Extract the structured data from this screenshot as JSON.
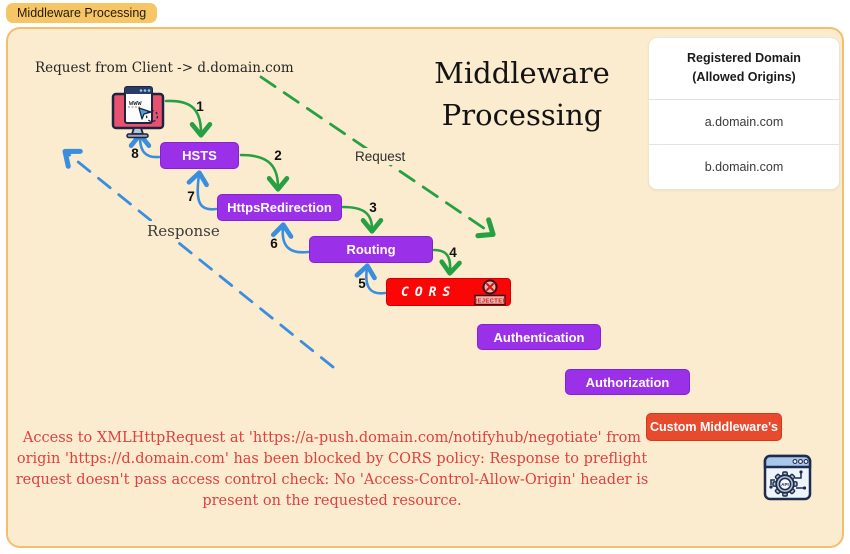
{
  "page": {
    "badge": "Middleware Processing",
    "title_line1": "Middleware",
    "title_line2": "Processing",
    "client_request_label": "Request from Client -> d.domain.com",
    "request_label": "Request",
    "response_label": "Response"
  },
  "table": {
    "header_line1": "Registered Domain",
    "header_line2": "(Allowed Origins)",
    "rows": [
      "a.domain.com",
      "b.domain.com"
    ]
  },
  "middleware": [
    {
      "label": "HSTS"
    },
    {
      "label": "HttpsRedirection"
    },
    {
      "label": "Routing"
    },
    {
      "label": "CORS",
      "status": "REJECTED"
    },
    {
      "label": "Authentication"
    },
    {
      "label": "Authorization"
    },
    {
      "label": "Custom Middleware's"
    }
  ],
  "steps": [
    "1",
    "2",
    "3",
    "4",
    "5",
    "6",
    "7",
    "8"
  ],
  "icons": {
    "client": "client-computer-icon",
    "api": "api-gateway-icon",
    "rejected": "rejected-stamp-icon"
  },
  "error_message": "Access to XMLHttpRequest at 'https://a-push.domain.com/notifyhub/negotiate' from origin 'https://d.domain.com' has been blocked by CORS policy: Response to preflight request doesn't pass access control check: No 'Access-Control-Allow-Origin' header is present on the requested resource.",
  "colors": {
    "canvas_bg": "#fbeccf",
    "canvas_border": "#f2bf6e",
    "badge_bg": "#f6c666",
    "middleware_purple": "#9b30e9",
    "cors_red": "#fb0606",
    "custom_orange": "#e84a2d",
    "request_green": "#27a044",
    "response_blue": "#3b8ede",
    "error_red": "#df4040"
  }
}
